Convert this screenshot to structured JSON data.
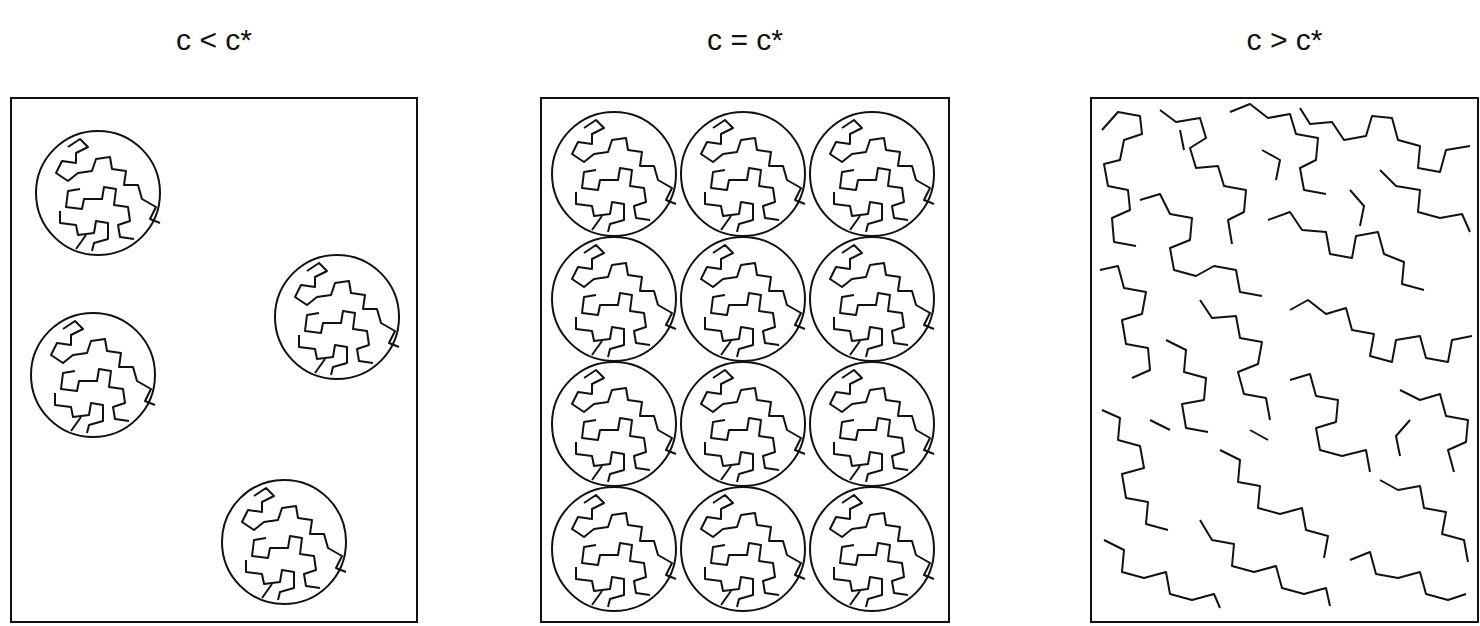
{
  "diagram": {
    "nodes": [
      {
        "text": [
          "c < c*"
        ]
      },
      {
        "text": [
          "c = c*"
        ]
      },
      {
        "text": [
          "c > c*"
        ]
      }
    ]
  }
}
